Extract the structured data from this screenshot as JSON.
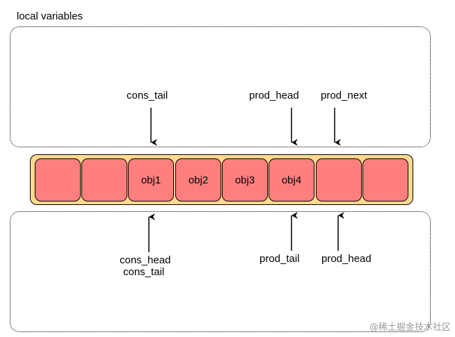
{
  "box_top": {
    "title": "local variables"
  },
  "box_bottom": {
    "title": ""
  },
  "ring": {
    "slots": [
      "",
      "",
      "obj1",
      "obj2",
      "obj3",
      "obj4",
      "",
      ""
    ]
  },
  "pointers_top": {
    "cons_tail": "cons_tail",
    "prod_head": "prod_head",
    "prod_next": "prod_next"
  },
  "pointers_bottom": {
    "cons_head": "cons_head",
    "cons_tail": "cons_tail",
    "prod_tail": "prod_tail",
    "prod_head": "prod_head"
  },
  "watermark": "@稀土掘金技术社区",
  "colors": {
    "ring_fill": "#ffd98f",
    "slot_fill": "#ff7f7f"
  }
}
